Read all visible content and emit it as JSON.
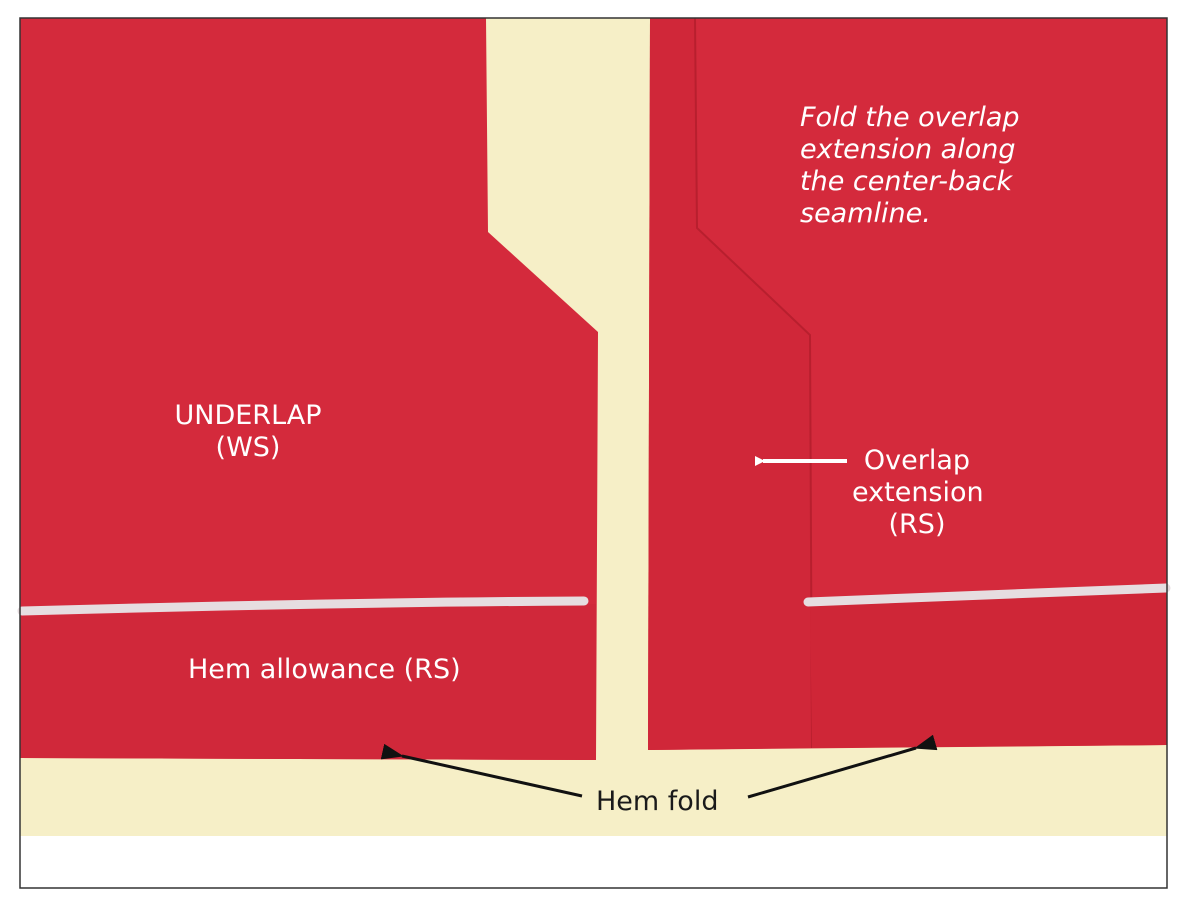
{
  "colors": {
    "fabric": "#d42a3c",
    "fabric_shadow": "#c0222f",
    "background_paper": "#f6efc7",
    "border": "#333333",
    "chalk_line": "#e6dde0",
    "arrow_white": "#ffffff",
    "arrow_black": "#111111"
  },
  "labels": {
    "instruction": "Fold the overlap\nextension along\nthe center-back\nseamline.",
    "underlap": "UNDERLAP\n(WS)",
    "overlap_extension": "Overlap\nextension\n(RS)",
    "hem_allowance": "Hem allowance (RS)",
    "hem_fold": "Hem fold"
  },
  "icons": {
    "overlap_arrow": "arrow-left-icon",
    "hem_fold_arrows": "arrow-icon"
  }
}
